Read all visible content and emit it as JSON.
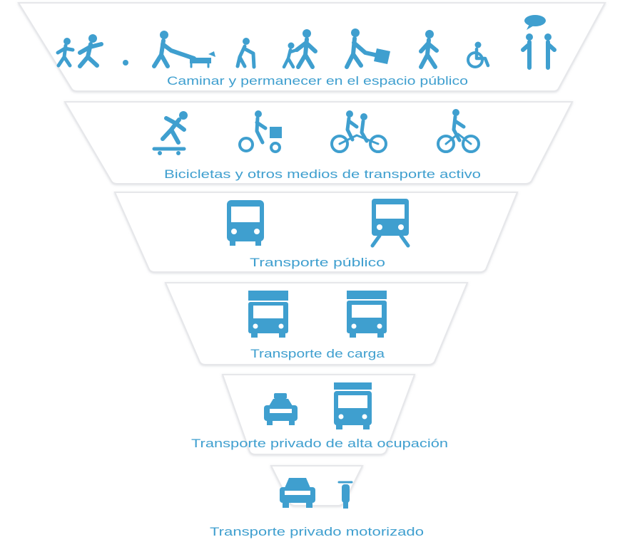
{
  "colors": {
    "icon": "#3f9fcf",
    "text": "#3f9fcf",
    "tier_border": "#e6e7ea",
    "tier_fill": "#ffffff",
    "background": "#ffffff"
  },
  "tiers": [
    {
      "label": "Caminar y permanecer en el espacio público",
      "icons": [
        "child-running-icon",
        "person-running-with-ball-icon",
        "person-walking-dog-icon",
        "elderly-person-with-cane-icon",
        "adult-walking-with-child-icon",
        "person-pulling-luggage-icon",
        "pedestrian-walking-icon",
        "wheelchair-user-icon",
        "people-talking-icon"
      ]
    },
    {
      "label": "Bicicletas y otros medios de transporte activo",
      "icons": [
        "skateboarder-icon",
        "cargo-tricycle-icon",
        "tandem-bicycle-icon",
        "cyclist-icon"
      ]
    },
    {
      "label": "Transporte público",
      "icons": [
        "bus-icon",
        "train-icon"
      ]
    },
    {
      "label": "Transporte de carga",
      "icons": [
        "freight-truck-icon",
        "delivery-truck-icon"
      ]
    },
    {
      "label": "Transporte privado de alta ocupación",
      "icons": [
        "taxi-icon",
        "minibus-icon"
      ]
    },
    {
      "label": "Transporte privado motorizado",
      "icons": [
        "car-icon",
        "motorcycle-icon"
      ]
    }
  ]
}
